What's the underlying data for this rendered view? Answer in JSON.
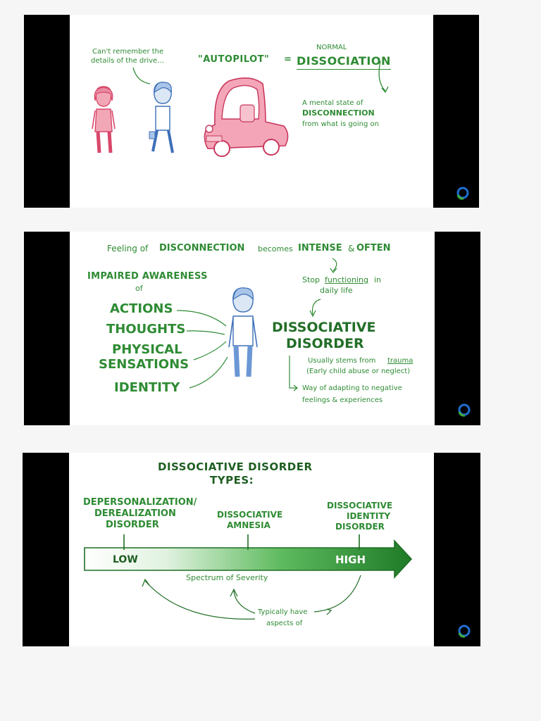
{
  "slide1": {
    "thought": [
      "Can't remember the",
      "details of the drive..."
    ],
    "autopilot": "\"AUTOPILOT\"",
    "equals": "=",
    "normal": "NORMAL",
    "dissociation": "DISSOCIATION",
    "definition": [
      "A mental state of",
      "DISCONNECTION",
      "from what is going on"
    ]
  },
  "slide2": {
    "feeling": "Feeling of",
    "disconnection": "DISCONNECTION",
    "becomes": "becomes",
    "intense": "INTENSE",
    "amp": "&",
    "often": "OFTEN",
    "impaired": "IMPAIRED AWARENESS",
    "of": "of",
    "items": [
      "ACTIONS",
      "THOUGHTS",
      "PHYSICAL",
      "SENSATIONS",
      "IDENTITY"
    ],
    "stop": [
      "Stop",
      "functioning",
      "in",
      "daily life"
    ],
    "disorder": [
      "DISSOCIATIVE",
      "DISORDER"
    ],
    "stems": [
      "Usually stems from",
      "trauma",
      "(Early child abuse or neglect)"
    ],
    "adapting": [
      "Way of adapting to negative",
      "feelings & experiences"
    ]
  },
  "slide3": {
    "title": [
      "DISSOCIATIVE DISORDER",
      "TYPES:"
    ],
    "types": [
      [
        "DEPERSONALIZATION/",
        "DEREALIZATION",
        "DISORDER"
      ],
      [
        "DISSOCIATIVE",
        "AMNESIA"
      ],
      [
        "DISSOCIATIVE",
        "IDENTITY",
        "DISORDER"
      ]
    ],
    "low": "LOW",
    "high": "HIGH",
    "spectrum": "Spectrum of Severity",
    "aspects": [
      "Typically have",
      "aspects of"
    ]
  },
  "colors": {
    "green": "#2e8b33",
    "pink": "#d9476a",
    "blue": "#3d6fb8",
    "logo_blue": "#1f6fd1",
    "logo_green": "#3caa3c"
  }
}
